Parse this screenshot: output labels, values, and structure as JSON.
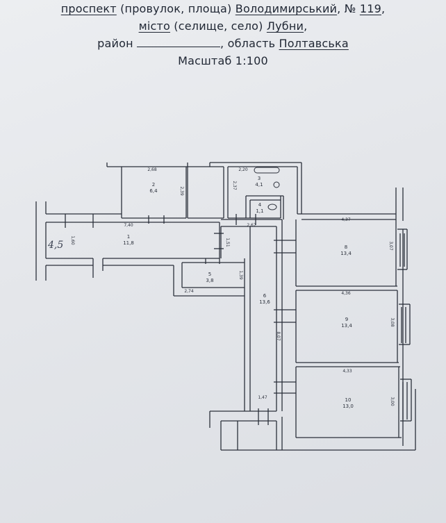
{
  "header": {
    "line1": {
      "l1": "проспект",
      "m1": " (провулок, площа) ",
      "l2": "Володимирський",
      "m2": ", № ",
      "l3": "119",
      "m3": ","
    },
    "line2": {
      "l1": "місто",
      "m1": " (селище, село) ",
      "l2": "Лубни",
      "m2": ","
    },
    "line3": {
      "l1": "район ",
      "m1": ", область ",
      "l2": "Полтавська"
    },
    "scale": "Масштаб 1:100"
  },
  "rooms": [
    {
      "num": "1",
      "area": "11,8"
    },
    {
      "num": "2",
      "area": "6,4"
    },
    {
      "num": "3",
      "area": "4,1"
    },
    {
      "num": "4",
      "area": "1,1"
    },
    {
      "num": "5",
      "area": "3,8"
    },
    {
      "num": "6",
      "area": "13,6"
    },
    {
      "num": "8",
      "area": "13,4"
    },
    {
      "num": "9",
      "area": "13,4"
    },
    {
      "num": "10",
      "area": "13,0"
    }
  ],
  "dims": {
    "d268": "2,68",
    "d239": "2,39",
    "d220": "2,20",
    "d237": "2,37",
    "d740": "7,40",
    "d160": "1,60",
    "d267": "2,67",
    "d151": "1,51",
    "d274": "2,74",
    "d139": "1,39",
    "d807": "8,07",
    "d147": "1,47",
    "d437": "4,37",
    "d307": "3,07",
    "d436": "4,36",
    "d308": "3,08",
    "d433": "4,33",
    "d300": "3,00"
  },
  "handwriting": "4,5"
}
